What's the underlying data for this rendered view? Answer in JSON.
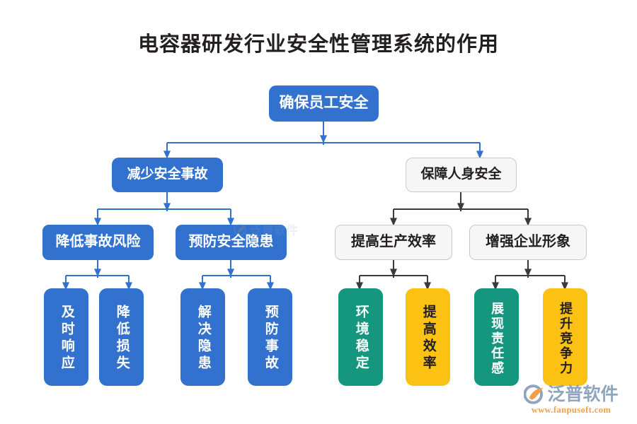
{
  "title": "电容器研发行业安全性管理系统的作用",
  "colors": {
    "blue": "#3272ce",
    "light_box": "#f6f6f6",
    "light_border": "#c9c9c9",
    "green": "#14967f",
    "amber": "#fbc213",
    "connector_blue": "#3272ce",
    "connector_dark": "#3a3a3a",
    "title_text": "#231f20",
    "logo_text": "#8fa5bd",
    "logo_url": "#f0a04b"
  },
  "diagram": {
    "type": "tree",
    "root": {
      "id": "root",
      "label": "确保员工安全",
      "style": "blue"
    },
    "level2": [
      {
        "id": "l2-left",
        "label": "减少安全事故",
        "style": "blue"
      },
      {
        "id": "l2-right",
        "label": "保障人身安全",
        "style": "light"
      }
    ],
    "level3": [
      {
        "id": "l3-a",
        "label": "降低事故风险",
        "style": "blue",
        "parent": "l2-left"
      },
      {
        "id": "l3-b",
        "label": "预防安全隐患",
        "style": "blue",
        "parent": "l2-left"
      },
      {
        "id": "l3-c",
        "label": "提高生产效率",
        "style": "light",
        "parent": "l2-right"
      },
      {
        "id": "l3-d",
        "label": "增强企业形象",
        "style": "light",
        "parent": "l2-right"
      }
    ],
    "level4": [
      {
        "id": "l4-1",
        "label": "及时响应",
        "style": "blue",
        "parent": "l3-a"
      },
      {
        "id": "l4-2",
        "label": "降低损失",
        "style": "blue",
        "parent": "l3-a"
      },
      {
        "id": "l4-3",
        "label": "解决隐患",
        "style": "blue",
        "parent": "l3-b"
      },
      {
        "id": "l4-4",
        "label": "预防事故",
        "style": "blue",
        "parent": "l3-b"
      },
      {
        "id": "l4-5",
        "label": "环境稳定",
        "style": "green",
        "parent": "l3-c"
      },
      {
        "id": "l4-6",
        "label": "提高效率",
        "style": "amber",
        "parent": "l3-c"
      },
      {
        "id": "l4-7",
        "label": "展现责任感",
        "style": "green",
        "parent": "l3-d"
      },
      {
        "id": "l4-8",
        "label": "提升竞争力",
        "style": "amber",
        "parent": "l3-d"
      }
    ]
  },
  "logo": {
    "name": "泛普软件",
    "url": "www.fanpusoft.com"
  }
}
